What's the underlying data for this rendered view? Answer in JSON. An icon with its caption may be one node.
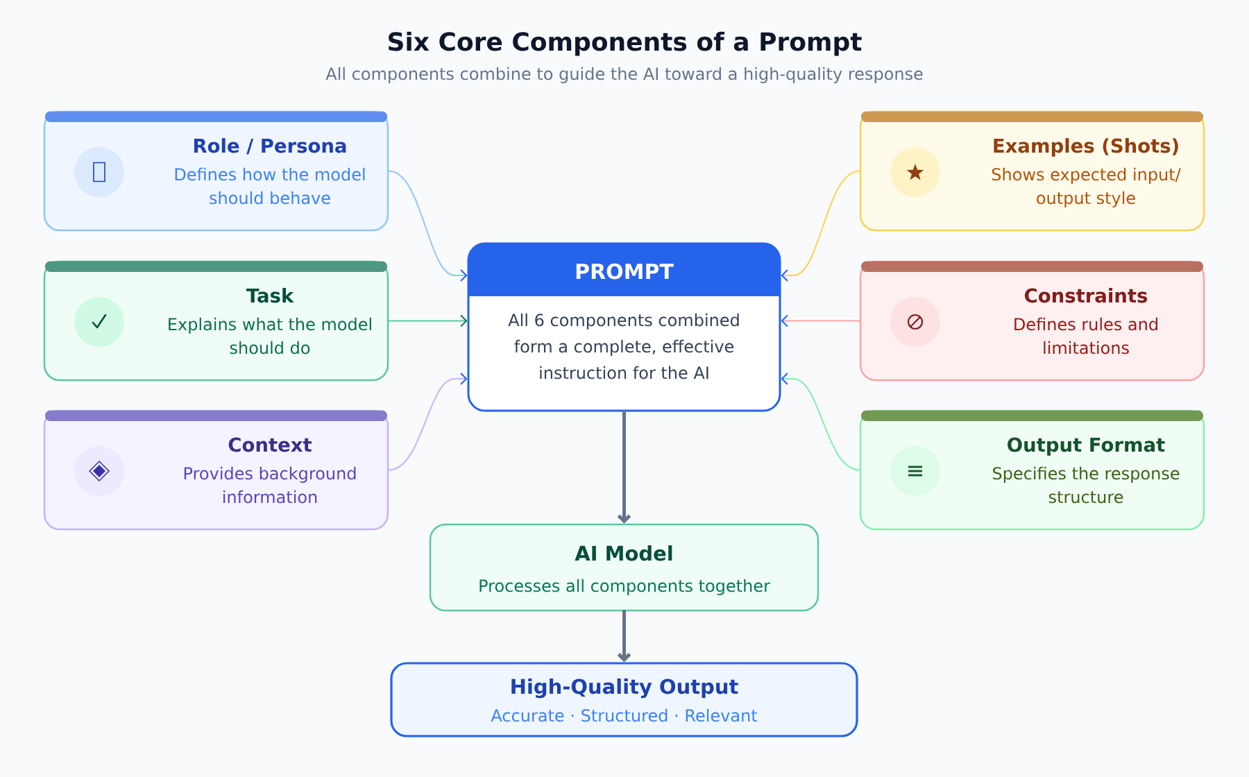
{
  "diagram": {
    "title": "Six Core Components of a Prompt",
    "nodes": [
      {
        "text": [
          "Role / Persona",
          "Defines how the model should behave"
        ]
      },
      {
        "text": [
          "Examples (Shots)",
          "Shows expected input/ output style"
        ]
      },
      {
        "text": [
          "Task",
          "Explains what the model should do"
        ]
      },
      {
        "text": [
          "PROMPT",
          "All 6 components combined form a complete, effective instruction for the AI"
        ]
      },
      {
        "text": [
          "Constraints",
          "Defines rules and limitations"
        ]
      },
      {
        "text": [
          "Context",
          "Provides background information"
        ]
      },
      {
        "text": [
          "Output Format",
          "Specifies the response structure"
        ]
      },
      {
        "text": [
          "AI Model",
          "Processes all components together"
        ]
      },
      {
        "text": [
          "High-Quality Output",
          "Accurate · Structured · Relevant"
        ]
      }
    ],
    "edges": [
      {
        "from": 0,
        "to": 3,
        "arrow": "to",
        "color": "#93c5fd"
      },
      {
        "from": 1,
        "to": 3,
        "arrow": "to",
        "color": "#fcd34d"
      },
      {
        "from": 2,
        "to": 3,
        "arrow": "to",
        "color": "#5cc89c"
      },
      {
        "from": 4,
        "to": 3,
        "arrow": "to",
        "color": "#fca5a5"
      },
      {
        "from": 5,
        "to": 3,
        "arrow": "to",
        "color": "#c4b5fd"
      },
      {
        "from": 6,
        "to": 3,
        "arrow": "to",
        "color": "#86efac"
      },
      {
        "from": 3,
        "to": 7,
        "arrow": "to",
        "style": "thick"
      },
      {
        "from": 7,
        "to": 8,
        "arrow": "to",
        "style": "thick"
      }
    ],
    "labels": [
      "All components combine to guide the AI toward a high-quality response"
    ]
  }
}
